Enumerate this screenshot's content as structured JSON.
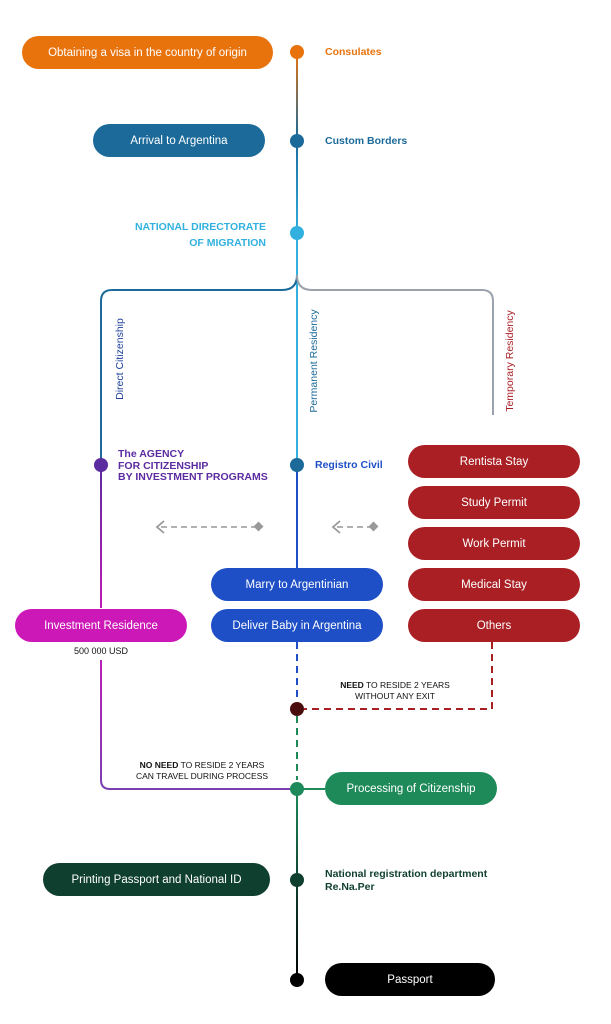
{
  "colors": {
    "orange": "#e8730d",
    "blue": "#1b6a9a",
    "cyan": "#32b1e0",
    "gray": "#9aa3ab",
    "purple": "#5b2ba0",
    "magenta": "#cc18b7",
    "royal_blue": "#1e4fc6",
    "crimson": "#a91f24",
    "dark_red": "#4a0d0d",
    "green": "#1e8a5a",
    "dark_green": "#0f3f2e",
    "black": "#000000"
  },
  "steps": {
    "visa": {
      "pill": "Obtaining a visa in the country of origin",
      "label": "Consulates"
    },
    "arrival": {
      "pill": "Arrival to Argentina",
      "label": "Custom Borders"
    },
    "migration": {
      "label_line1": "NATIONAL DIRECTORATE",
      "label_line2": "OF MIGRATION"
    }
  },
  "branches": {
    "direct": "Direct Citizenship",
    "permanent": "Permanent Residency",
    "temporary": "Temporary Residency"
  },
  "agency": {
    "line1": "The AGENCY",
    "line2": "FOR CITIZENSHIP",
    "line3": "BY INVESTMENT PROGRAMS"
  },
  "registro": "Registro Civil",
  "temporary_options": [
    "Rentista Stay",
    "Study Permit",
    "Work Permit",
    "Medical Stay",
    "Others"
  ],
  "permanent_options": [
    "Marry to Argentinian",
    "Deliver Baby in Argentina"
  ],
  "investment": {
    "pill": "Investment Residence",
    "amount": "500 000 USD"
  },
  "notes": {
    "need_bold": "NEED",
    "need_rest": " TO RESIDE 2 YEARS",
    "need_line2": "WITHOUT ANY EXIT",
    "noneed_bold": "NO NEED",
    "noneed_rest": " TO RESIDE 2 YEARS",
    "noneed_line2": "CAN TRAVEL DURING PROCESS"
  },
  "processing": "Processing of Citizenship",
  "printing": {
    "pill": "Printing Passport and National ID",
    "label_line1": "National registration department",
    "label_line2": "Re.Na.Per"
  },
  "passport": "Passport"
}
